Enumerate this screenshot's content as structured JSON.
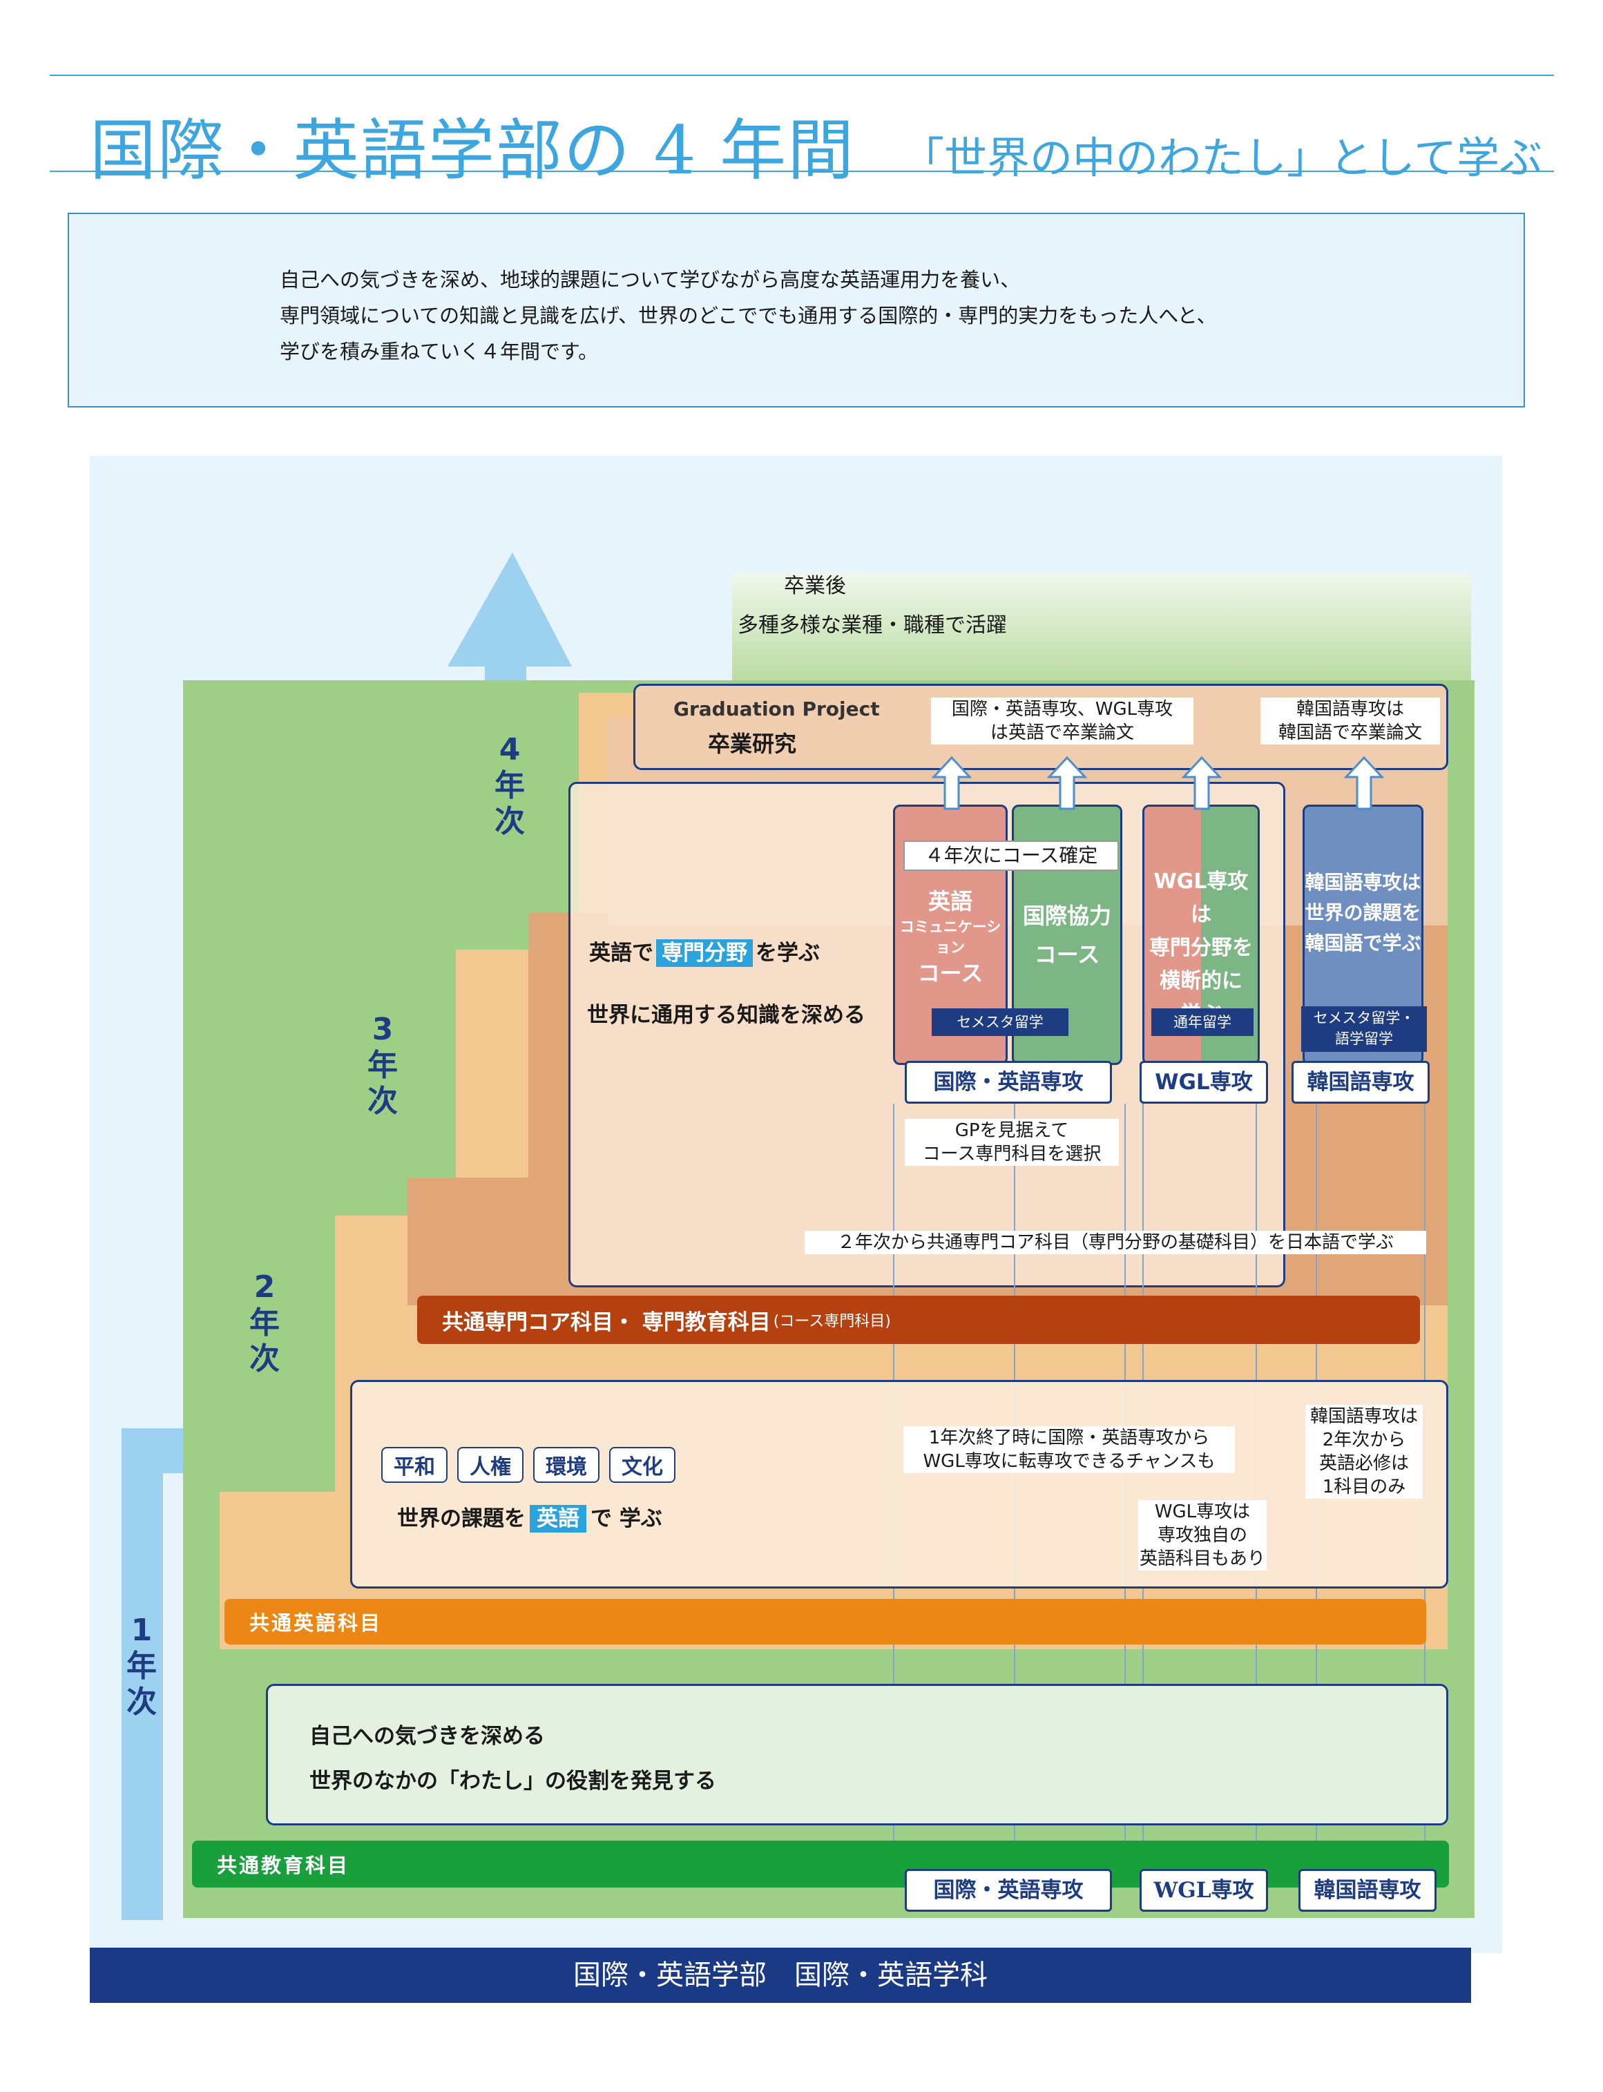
{
  "header": {
    "title": "国際・英語学部の 4 年間",
    "subtitle": "「世界の中のわたし」として学ぶ"
  },
  "intro": {
    "lines": [
      "自己への気づきを深め、地球的課題について学びながら高度な英語運用力を養い、",
      "専門領域についての知識と見識を広げ、世界のどこででも通用する国際的・専門的実力をもった人へと、",
      "学びを積み重ねていく４年間です。"
    ]
  },
  "years": {
    "y1": [
      "1",
      "年",
      "次"
    ],
    "y2": [
      "2",
      "年",
      "次"
    ],
    "y3": [
      "3",
      "年",
      "次"
    ],
    "y4": [
      "4",
      "年",
      "次"
    ]
  },
  "after_grad": {
    "line1": "卒業後",
    "line2": "多種多様な業種・職種で活躍"
  },
  "graduation": {
    "title_en": "Graduation Project",
    "title_ja": "卒業研究",
    "note_intl": [
      "国際・英語専攻、WGL専攻",
      "は英語で卒業論文"
    ],
    "note_korean": [
      "韓国語専攻は",
      "韓国語で卒業論文"
    ]
  },
  "upper_box": {
    "line1_pre": "英語で",
    "line1_highlight": "専門分野",
    "line1_post": "を学ぶ",
    "line2": "世界に通用する知識を深める"
  },
  "course_fixed": "４年次にコース確定",
  "courses": {
    "english_comm": [
      "英語",
      "コミュニケーション",
      "コース"
    ],
    "intl_coop": [
      "国際協力",
      "コース"
    ],
    "wgl": [
      "WGL専攻は",
      "専門分野を",
      "横断的に",
      "学ぶ"
    ],
    "korean": [
      "韓国語専攻は",
      "世界の課題を",
      "韓国語で学ぶ"
    ]
  },
  "study_abroad": {
    "semester": "セメスタ留学",
    "full_year": "通年留学",
    "korean": [
      "セメスタ留学・",
      "語学留学"
    ]
  },
  "majors": {
    "intl_english": "国際・英語専攻",
    "wgl": "WGL専攻",
    "korean": "韓国語専攻"
  },
  "notes": {
    "gp": [
      "GPを見据えて",
      "コース専門科目を選択"
    ],
    "core_japanese": "２年次から共通専門コア科目（専門分野の基礎科目）を日本語で学ぶ",
    "transfer": [
      "1年次終了時に国際・英語専攻から",
      "WGL専攻に転専攻できるチャンスも"
    ],
    "korean_english": [
      "韓国語専攻は",
      "2年次から",
      "英語必修は",
      "1科目のみ"
    ],
    "wgl_english": [
      "WGL専攻は",
      "専攻独自の",
      "英語科目もあり"
    ]
  },
  "bars": {
    "core_main": "共通専門コア科目・ 専門教育科目",
    "core_sub": "(コース専門科目)",
    "english": "共通英語科目",
    "general": "共通教育科目"
  },
  "middle_box": {
    "themes": [
      "平和",
      "人権",
      "環境",
      "文化"
    ],
    "line_pre": "世界の課題を",
    "line_highlight": "英語",
    "line_post": "で 学ぶ"
  },
  "lower_box": {
    "line1": "自己への気づきを深める",
    "line2": "世界のなかの「わたし」の役割を発見する"
  },
  "footer": "国際・英語学部　国際・英語学科",
  "colors": {
    "accent_blue": "#3ea6de",
    "navy": "#1d3c82",
    "green": "#19a03c",
    "orange": "#ec8614",
    "rust": "#b4410f"
  }
}
